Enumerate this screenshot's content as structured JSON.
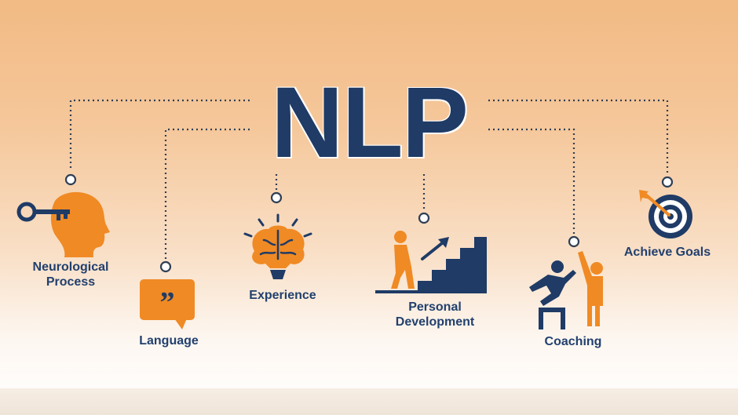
{
  "title": "NLP",
  "colors": {
    "navy": "#1f3b66",
    "orange": "#f08a24",
    "line": "#2f3f55"
  },
  "nodes": [
    {
      "id": "neurological",
      "label_line1": "Neurological",
      "label_line2": "Process",
      "icon": "head-with-key-icon"
    },
    {
      "id": "language",
      "label": "Language",
      "icon": "quote-bubble-icon"
    },
    {
      "id": "experience",
      "label": "Experience",
      "icon": "brain-lightbulb-icon"
    },
    {
      "id": "personal",
      "label_line1": "Personal",
      "label_line2": "Development",
      "icon": "climbing-stairs-icon"
    },
    {
      "id": "coaching",
      "label": "Coaching",
      "icon": "coach-hurdle-icon"
    },
    {
      "id": "goals",
      "label": "Achieve Goals",
      "icon": "target-arrow-icon"
    }
  ]
}
